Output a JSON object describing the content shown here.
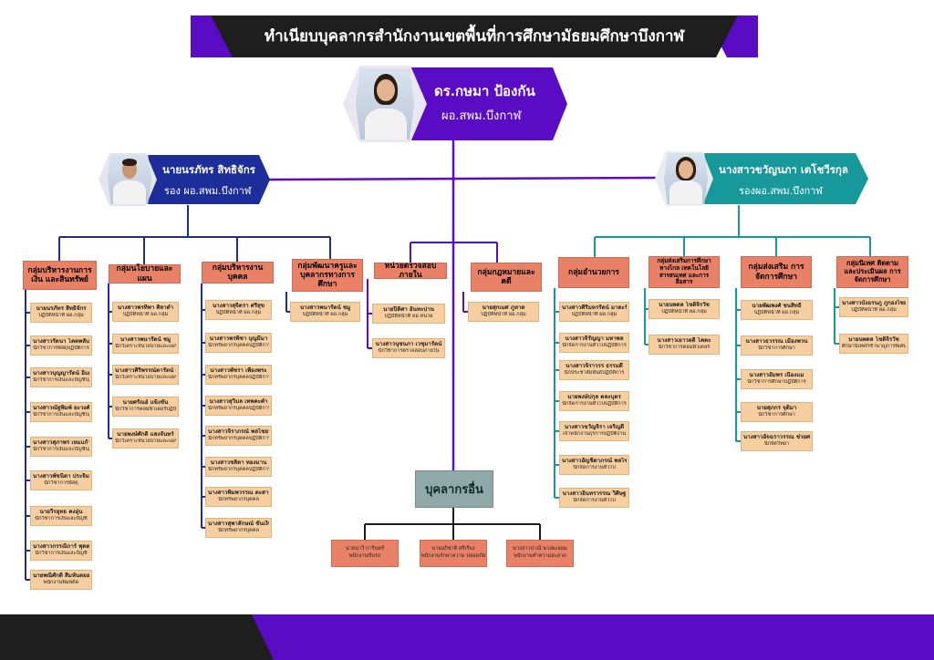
{
  "title": "ทำเนียบบุคลากรสำนักงานเขตพื้นที่การศึกษามัธยมศึกษาบึงกาฬ",
  "director": {
    "name": "ดร.กษมา ป้องกัน",
    "role": "ผอ.สพม.บึงกาฬ"
  },
  "deputy_left": {
    "name": "นายนรภัทร สิทธิจักร",
    "role": "รอง ผอ.สพม.บึงกาฬ"
  },
  "deputy_right": {
    "name": "นางสาวขวัญนภา เตโชวีรกุล",
    "role": "รองผอ.สพม.บึงกาฬ"
  },
  "groups": [
    {
      "title": "กลุ่มบริหารงานการเงิน และสินทรัพย์",
      "members": [
        {
          "name": "นายนรภัทร สิทธิจักร",
          "pos": "ปฏิบัติหน้าที่ ผอ.กลุ่ม"
        },
        {
          "name": "นางสาวรัตนา โคตพลับ",
          "pos": "นักวิชาการพัสดุปฏิบัติการ"
        },
        {
          "name": "นางสาวบุญญารัตน์ อิ่มศรี",
          "pos": "นักวิชาการเงินและบัญชีปฏิบัติการ"
        },
        {
          "name": "นางสาวณัฐพิมพ์ ยะวงศ์ศรี",
          "pos": "นักวิชาการเงินและบัญชีปฏิบัติการ"
        },
        {
          "name": "นางสาวสุภาพร เหมแก้ว",
          "pos": "นักวิชาการเงินและบัญชีปฏิบัติการ"
        },
        {
          "name": "นางสาวพัชนิดา ประจิมทิศ",
          "pos": "นักวิชาการพัสดุ"
        },
        {
          "name": "นายวีรยุทธ คงอุ่น",
          "pos": "นักวิชาการเงินและบัญชี"
        },
        {
          "name": "นางสาวกรรณิการ์ พุดตาลแสง",
          "pos": "นักวิชาการเงินและบัญชี"
        },
        {
          "name": "นายพณิศักดิ์ สีมหันตยอง",
          "pos": "พนักงานพิมพ์ดีด"
        }
      ]
    },
    {
      "title": "กลุ่มนโยบายและแผน",
      "members": [
        {
          "name": "นางสาวพรทิพา ศิลาดำ",
          "pos": "ปฏิบัติหน้าที่ ผอ.กลุ่ม"
        },
        {
          "name": "นางสาวพนารัตน์ ชมู",
          "pos": "นักวิเคราะห์นโยบายและแผนชำนาญการ"
        },
        {
          "name": "นางสาวศิริพรรณ์ตารัตน์ มาตะรัตน์",
          "pos": "นักวิเคราะห์นโยบายและแผนปฏิบัติการ"
        },
        {
          "name": "นายศรัณย์ แข็งขัน",
          "pos": "นักวิชาการคอมพิวเตอร์ปฏิบัติการ"
        },
        {
          "name": "นายพงษ์ศักดิ์ แสงจันทร์",
          "pos": "นักวิเคราะห์นโยบายและแผน"
        }
      ]
    },
    {
      "title": "กลุ่มบริหารงานบุคคล",
      "members": [
        {
          "name": "นางสาวสุจิตรา ศรีสุข",
          "pos": "ปฏิบัติหน้าที่ ผอ.กลุ่ม"
        },
        {
          "name": "นางสาวพรพิชา บุญมีมา",
          "pos": "นักทรัพยากรบุคคลปฏิบัติการ"
        },
        {
          "name": "นางสาวพัชรา เพียงพระ",
          "pos": "นักทรัพยากรบุคคลปฏิบัติการ"
        },
        {
          "name": "นางสาวสุวิมล เทพคะคำ",
          "pos": "นักทรัพยากรบุคคลปฏิบัติการ"
        },
        {
          "name": "นางสาวจิราภรณ์ พลไชยา",
          "pos": "นักทรัพยากรบุคคลปฏิบัติการ"
        },
        {
          "name": "นางสาวชลิดา ทองมาน",
          "pos": "นักทรัพยากรบุคคลปฏิบัติการ"
        },
        {
          "name": "นางสาวพิมพวรรณ ตะสาวดี",
          "pos": "นักทรัพยากรบุคคล"
        },
        {
          "name": "นางสาวสุพาลักษณ์ ขันเงิน",
          "pos": "นักทรัพยากรบุคคล"
        }
      ]
    },
    {
      "title": "กลุ่มพัฒนาครูและ บุคลากรทางการศึกษา",
      "members": [
        {
          "name": "นางสาวพนารัตน์ ชมู",
          "pos": "ปฏิบัติหน้าที่ ผอ.กลุ่ม"
        }
      ]
    },
    {
      "title": "หน่วยตรวจสอบภายใน",
      "members": [
        {
          "name": "นายปิติศา อ้นทะปาน",
          "pos": "ปฏิบัติหน้าที่ ผอ.หน่วย"
        },
        {
          "name": "นางสาวนุชนภา เวชุมารัตน์",
          "pos": "นักวิชาการตรวจสอบภายใน"
        }
      ]
    },
    {
      "title": "กลุ่มกฎหมายและคดี",
      "members": [
        {
          "name": "นายสุกเมศ ภูหาด",
          "pos": "ปฏิบัติหน้าที่ ผอ.กลุ่ม"
        }
      ]
    },
    {
      "title": "กลุ่มอำนวยการ",
      "members": [
        {
          "name": "นางสาวศิริมหรรัตน์ มาตะรัตน์",
          "pos": "ปฏิบัติหน้าที่ ผอ.กลุ่ม"
        },
        {
          "name": "นางสาวจิรัญญา มหาพล",
          "pos": "นักจัดการงานทั่วไปปฏิบัติการ"
        },
        {
          "name": "นางสาวจิราวรร ธรรมดี",
          "pos": "นักประชาสัมพันธ์ปฏิบัติการ"
        },
        {
          "name": "นายพงษ์ปกุล คละบุตร",
          "pos": "นักจัดการงานทั่วไปปฏิบัติการ"
        },
        {
          "name": "นางสาวขวัญจิรา เจริญดี",
          "pos": "เจ้าพนักงานธุรการปฏิบัติงาน"
        },
        {
          "name": "นางสาวอัญชิตาภรณ์ พลไชยา",
          "pos": "นักจัดการงานทั่วไป"
        },
        {
          "name": "นางสาวอินทรวรรณ วิศิษฐ",
          "pos": "นักจัดการงานทั่วไป"
        }
      ]
    },
    {
      "title": "กลุ่มส่งเสริมการศึกษาทางไกล เทคโนโลยีสารสนเทศ และการสื่อสาร",
      "members": [
        {
          "name": "นายนพดล โชติจิรวัช",
          "pos": "ปฏิบัติหน้าที่ ผอ.กลุ่ม"
        },
        {
          "name": "นางสาวเยาวลดี โคตะ",
          "pos": "นักวิชาการคอมพิวเตอร์"
        }
      ]
    },
    {
      "title": "กลุ่มส่งเสริม การจัดการศึกษา",
      "members": [
        {
          "name": "นายพัฒพงศ์ ชนสิทธิ์",
          "pos": "ปฏิบัติหน้าที่ ผอ.กลุ่ม"
        },
        {
          "name": "นางสาวธวรรณ เมืองพวน",
          "pos": "นักวิชาการศึกษา"
        },
        {
          "name": "นางสาวอัมพร เนื่องแม",
          "pos": "นักวิชาการศึกษาปฏิบัติการ"
        },
        {
          "name": "นายสุภกร จุติมา",
          "pos": "นักวิชาการศึกษา"
        },
        {
          "name": "นางสาวอัจฉราวรรณ ช่วยศรี",
          "pos": "นักจิตวิทยา"
        }
      ]
    },
    {
      "title": "กลุ่มนิเทศ ติดตาม และประเมินผล การจัดการศึกษา",
      "members": [
        {
          "name": "นางสาวบังอรนภู ภูกองไชย",
          "pos": "ปฏิบัติหน้าที่ ผอ.กลุ่ม"
        },
        {
          "name": "นายนพดล โชติจิรวัช",
          "pos": "ศึกษานิเทศก์ชำนาญการพิเศษ"
        }
      ]
    }
  ],
  "other": {
    "title": "บุคลากรอื่น",
    "members": [
      {
        "name": "นายนาวี การินทร์",
        "pos": "พนักงานขับรถ"
      },
      {
        "name": "นายอภิชาติ ศรีเรียง",
        "pos": "พนักงานรักษาความ ปลอดภัย"
      },
      {
        "name": "นางสาวปาณี พวงพะยอม",
        "pos": "พนักงานทำความสะอาด"
      }
    ]
  },
  "colors": {
    "purple": "#5a0cc4",
    "navy": "#1d2e9a",
    "teal": "#17989a",
    "dark": "#1e1e1e",
    "orange": "#e98167",
    "tan": "#f6ce9f"
  }
}
